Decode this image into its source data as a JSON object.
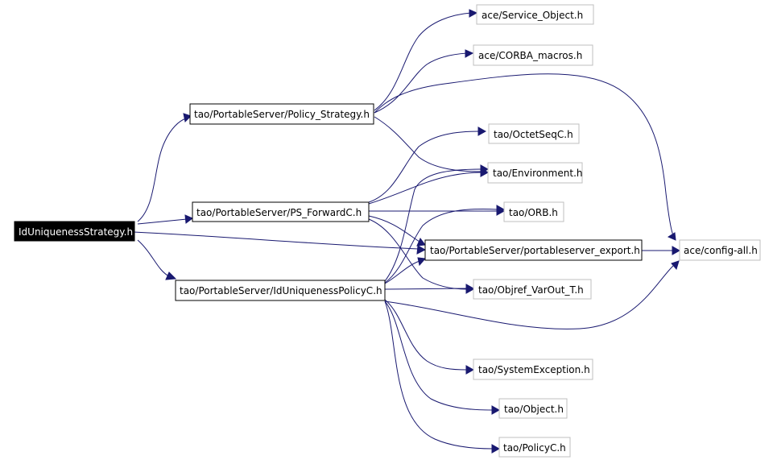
{
  "colors": {
    "edge": "#191970",
    "root_fill": "#000000",
    "root_text": "#ffffff",
    "internal_border": "#000000",
    "leaf_border": "#bfbfbf",
    "background": "#ffffff"
  },
  "nodes": {
    "root": {
      "label": "IdUniquenessStrategy.h"
    },
    "policy_strategy": {
      "label": "tao/PortableServer/Policy_Strategy.h"
    },
    "ps_forwardc": {
      "label": "tao/PortableServer/PS_ForwardC.h"
    },
    "iduniqueness_policyc": {
      "label": "tao/PortableServer/IdUniquenessPolicyC.h"
    },
    "service_object": {
      "label": "ace/Service_Object.h"
    },
    "corba_macros": {
      "label": "ace/CORBA_macros.h"
    },
    "octetseqc": {
      "label": "tao/OctetSeqC.h"
    },
    "environment": {
      "label": "tao/Environment.h"
    },
    "orb": {
      "label": "tao/ORB.h"
    },
    "portableserver_export": {
      "label": "tao/PortableServer/portableserver_export.h"
    },
    "config_all": {
      "label": "ace/config-all.h"
    },
    "objref_varout": {
      "label": "tao/Objref_VarOut_T.h"
    },
    "systemexception": {
      "label": "tao/SystemException.h"
    },
    "object": {
      "label": "tao/Object.h"
    },
    "policyc": {
      "label": "tao/PolicyC.h"
    }
  },
  "edges": [
    {
      "from": "root",
      "to": "policy_strategy"
    },
    {
      "from": "root",
      "to": "ps_forwardc"
    },
    {
      "from": "root",
      "to": "portableserver_export"
    },
    {
      "from": "root",
      "to": "iduniqueness_policyc"
    },
    {
      "from": "policy_strategy",
      "to": "service_object"
    },
    {
      "from": "policy_strategy",
      "to": "corba_macros"
    },
    {
      "from": "policy_strategy",
      "to": "config_all"
    },
    {
      "from": "policy_strategy",
      "to": "environment"
    },
    {
      "from": "ps_forwardc",
      "to": "octetseqc"
    },
    {
      "from": "ps_forwardc",
      "to": "environment"
    },
    {
      "from": "ps_forwardc",
      "to": "orb"
    },
    {
      "from": "ps_forwardc",
      "to": "portableserver_export"
    },
    {
      "from": "ps_forwardc",
      "to": "objref_varout"
    },
    {
      "from": "iduniqueness_policyc",
      "to": "environment"
    },
    {
      "from": "iduniqueness_policyc",
      "to": "orb"
    },
    {
      "from": "iduniqueness_policyc",
      "to": "portableserver_export"
    },
    {
      "from": "iduniqueness_policyc",
      "to": "objref_varout"
    },
    {
      "from": "iduniqueness_policyc",
      "to": "config_all"
    },
    {
      "from": "iduniqueness_policyc",
      "to": "systemexception"
    },
    {
      "from": "iduniqueness_policyc",
      "to": "object"
    },
    {
      "from": "iduniqueness_policyc",
      "to": "policyc"
    },
    {
      "from": "portableserver_export",
      "to": "config_all"
    }
  ]
}
